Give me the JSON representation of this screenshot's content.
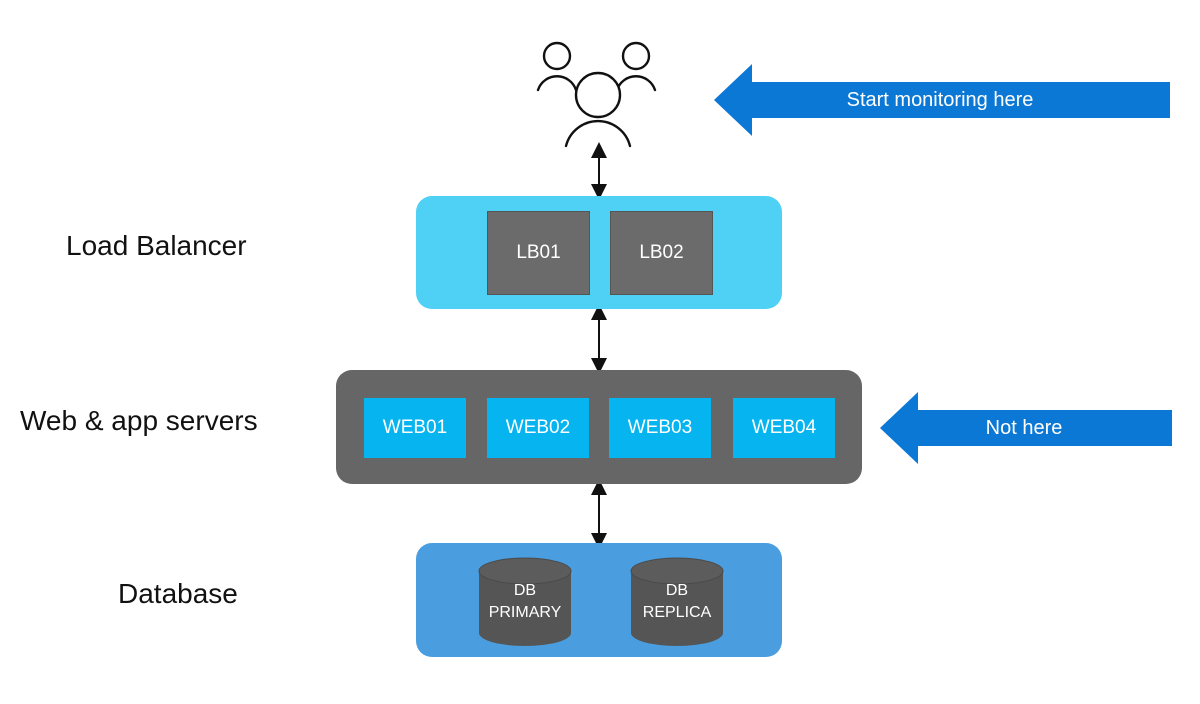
{
  "tiers": {
    "load_balancer": {
      "label": "Load Balancer",
      "nodes": [
        "LB01",
        "LB02"
      ]
    },
    "web": {
      "label": "Web & app servers",
      "nodes": [
        "WEB01",
        "WEB02",
        "WEB03",
        "WEB04"
      ]
    },
    "database": {
      "label": "Database",
      "primary": {
        "line1": "DB",
        "line2": "PRIMARY"
      },
      "replica": {
        "line1": "DB",
        "line2": "REPLICA"
      }
    }
  },
  "callouts": {
    "start": "Start monitoring here",
    "not_here": "Not here"
  },
  "icons": {
    "users": "users-icon",
    "arrow": "double-arrow-icon"
  },
  "colors": {
    "lb_panel": "#4fd1f5",
    "node_gray": "#6b6b6b",
    "web_panel": "#666666",
    "web_node": "#06b4f0",
    "db_panel": "#4a9ee0",
    "db_cylinder": "#555555",
    "callout_arrow": "#0c78d6"
  }
}
